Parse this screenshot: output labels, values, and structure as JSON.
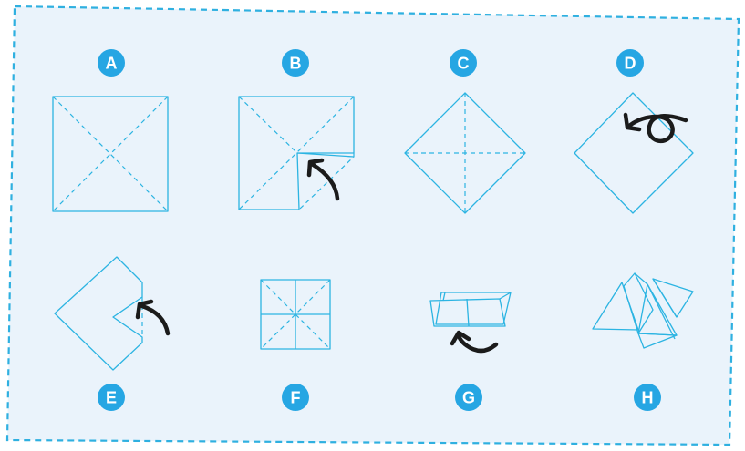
{
  "colors": {
    "background": "#eaf3fb",
    "border": "#2fb0e0",
    "line": "#2cb4e2",
    "badge": "#26a6e3",
    "badge_text": "#ffffff",
    "arrow": "#1b1b1b"
  },
  "steps": [
    {
      "label": "A"
    },
    {
      "label": "B"
    },
    {
      "label": "C"
    },
    {
      "label": "D"
    },
    {
      "label": "E"
    },
    {
      "label": "F"
    },
    {
      "label": "G"
    },
    {
      "label": "H"
    }
  ]
}
